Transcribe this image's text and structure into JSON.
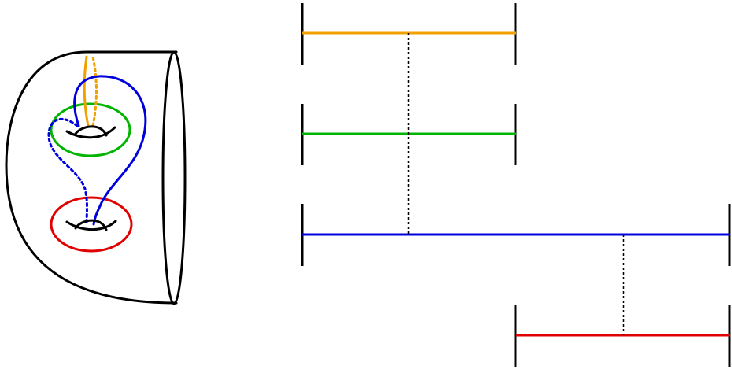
{
  "colors": {
    "outline": "#000000",
    "curve_orange": "#f0a000",
    "curve_green": "#00b400",
    "curve_blue": "#0000dc",
    "curve_red": "#e00000",
    "background": "#ffffff"
  },
  "surface": {
    "description_icons": [
      "surface-outline",
      "boundary-ellipse",
      "handle-top",
      "handle-bottom"
    ],
    "curves": [
      "orange",
      "green",
      "blue",
      "red"
    ]
  },
  "intervals": [
    {
      "name": "orange",
      "color_key": "curve_orange"
    },
    {
      "name": "green",
      "color_key": "curve_green"
    },
    {
      "name": "blue",
      "color_key": "curve_blue"
    },
    {
      "name": "red",
      "color_key": "curve_red"
    }
  ]
}
